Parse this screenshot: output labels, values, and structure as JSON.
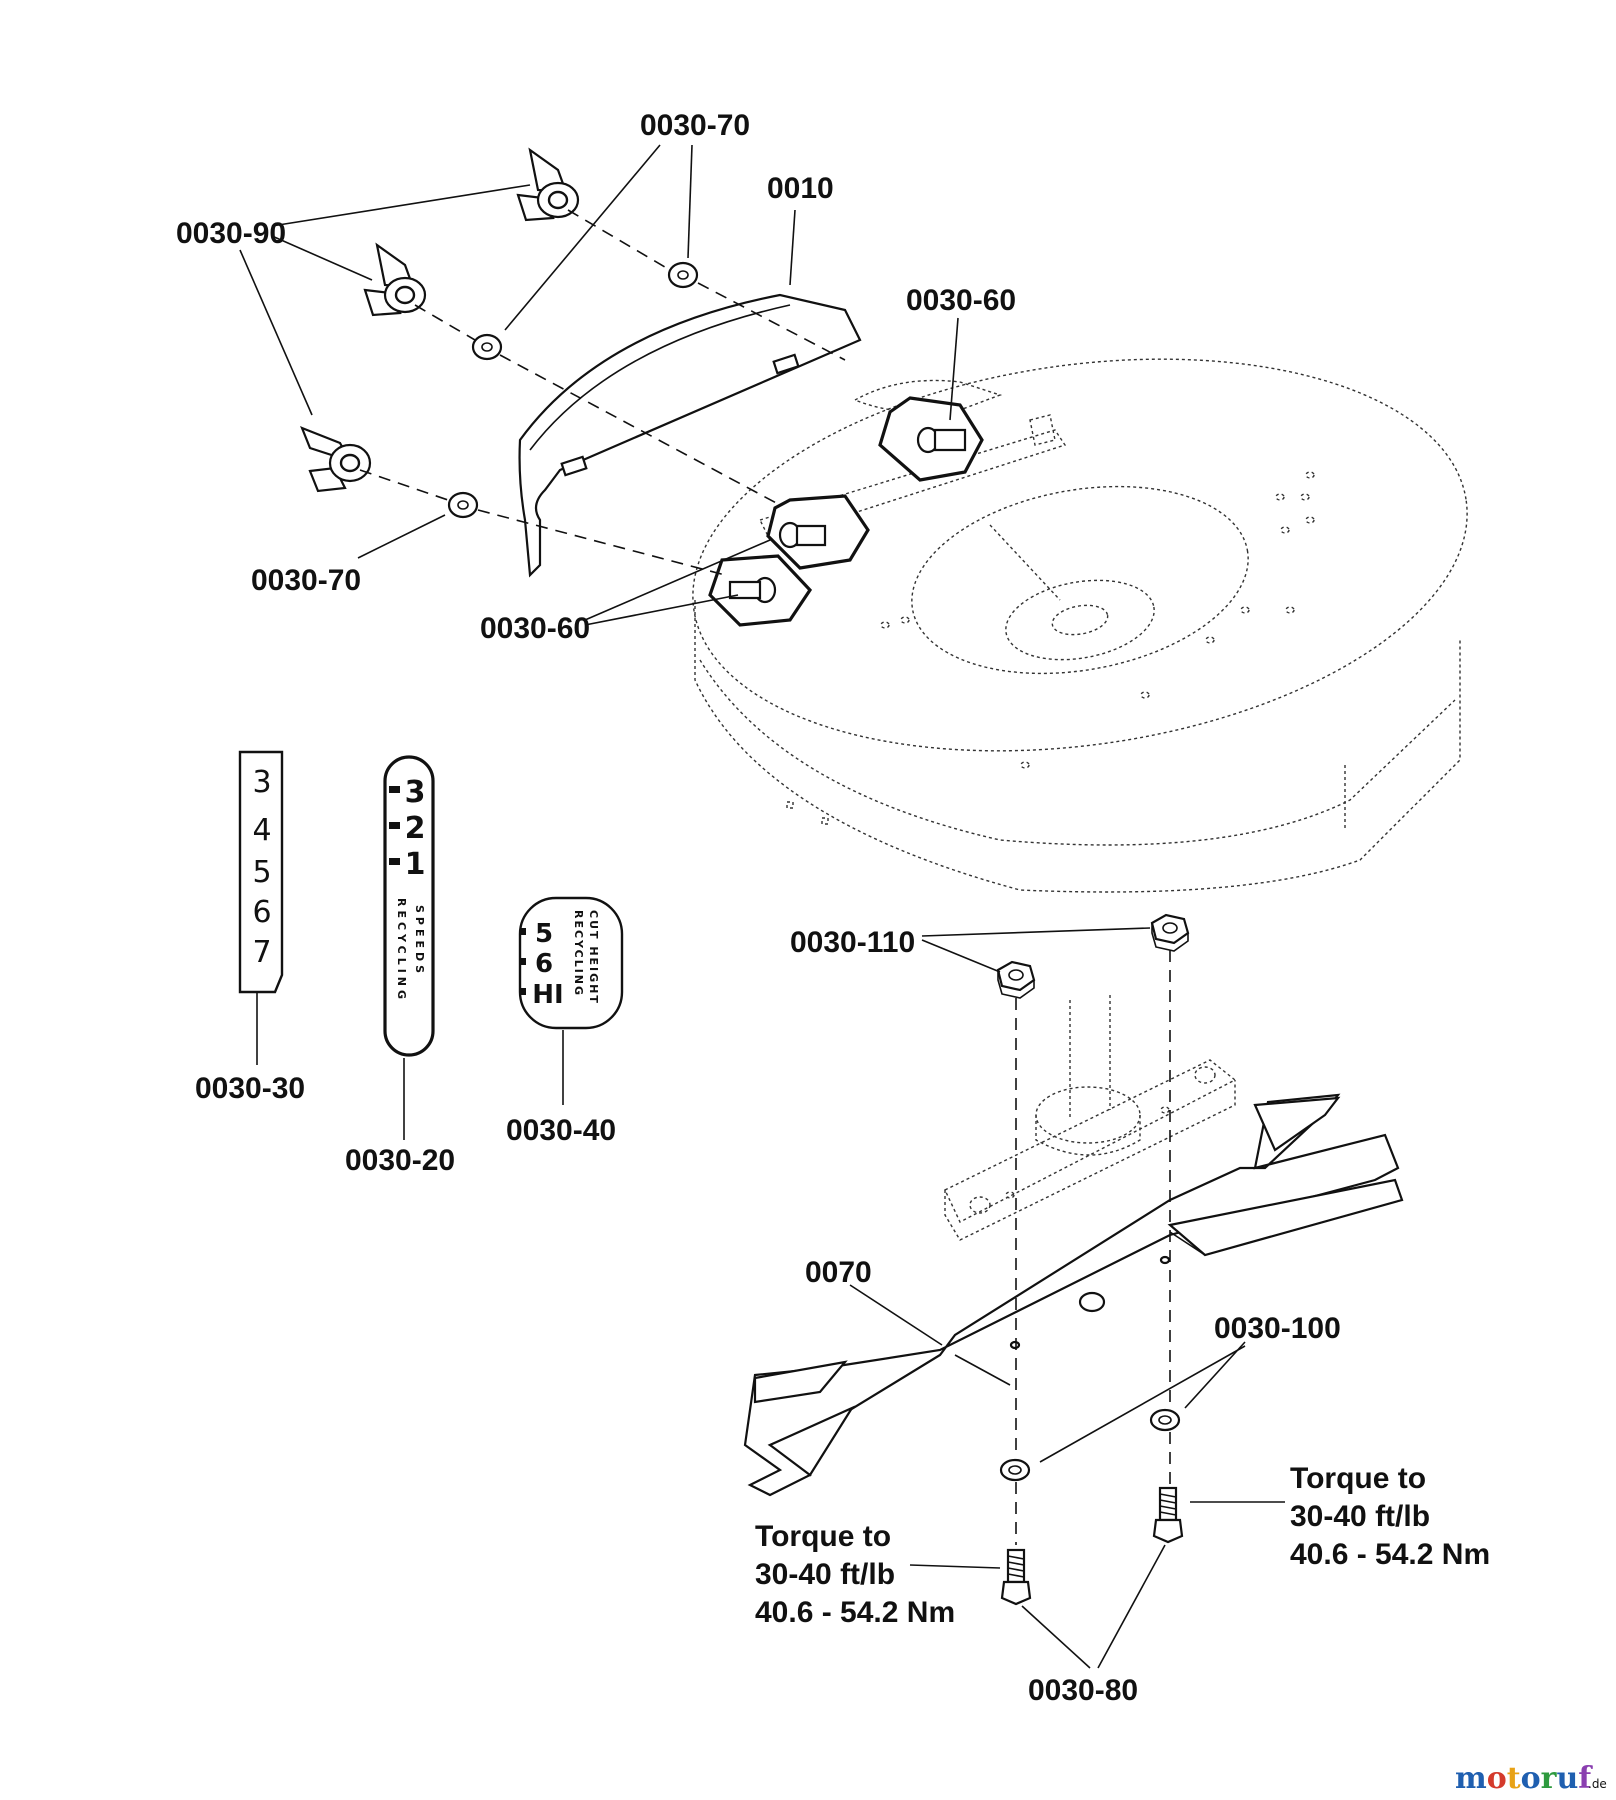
{
  "labels": {
    "p0030_70_top": "0030-70",
    "p0010": "0010",
    "p0030_90": "0030-90",
    "p0030_60_top": "0030-60",
    "p0030_70_bottom": "0030-70",
    "p0030_60_bottom": "0030-60",
    "p0030_30": "0030-30",
    "p0030_20": "0030-20",
    "p0030_40": "0030-40",
    "p0030_110": "0030-110",
    "p0070": "0070",
    "p0030_100": "0030-100",
    "p0030_80": "0030-80"
  },
  "torque_left": {
    "line1": "Torque to",
    "line2": "30-40 ft/lb",
    "line3": "40.6 - 54.2 Nm"
  },
  "torque_right": {
    "line1": "Torque to",
    "line2": "30-40 ft/lb",
    "line3": "40.6 - 54.2 Nm"
  },
  "decal_0030_30": {
    "digits": [
      "3",
      "4",
      "5",
      "6",
      "7"
    ]
  },
  "decal_0030_20": {
    "numbers": [
      "3",
      "2",
      "1"
    ],
    "word1": "RECYCLING",
    "word2": "SPEEDS"
  },
  "decal_0030_40": {
    "marks": [
      "5",
      "6",
      "HI"
    ],
    "word1": "RECYCLING",
    "word2": "CUT HEIGHT"
  },
  "watermark": {
    "brand": "motoruf",
    "suffix": ".de"
  },
  "colors": {
    "line": "#111111",
    "background": "#ffffff",
    "watermark": [
      "#1f5fb0",
      "#d43a2c",
      "#e8a216",
      "#1f5fb0",
      "#2e9a3e",
      "#1f5fb0",
      "#8a3fb0"
    ]
  }
}
